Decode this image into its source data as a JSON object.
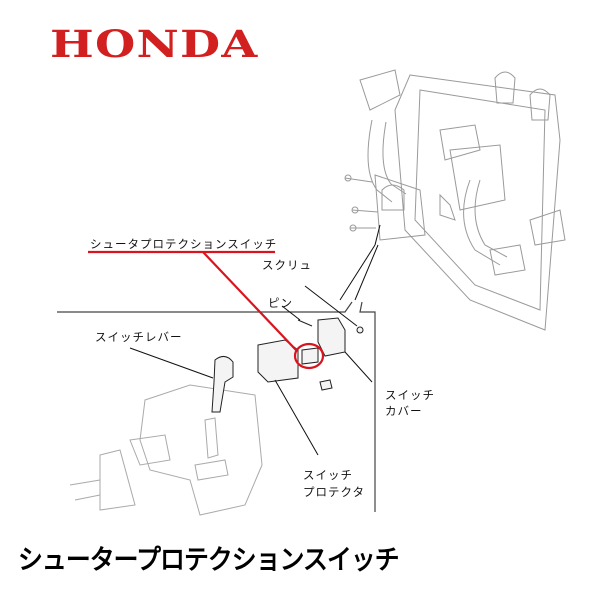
{
  "brand": {
    "logo_text": "HONDA",
    "color": "#d21f1f"
  },
  "diagram": {
    "callouts": [
      {
        "id": "chute-protection-switch",
        "label": "シュータプロテクションスイッチ",
        "highlight_color": "#d9141e"
      },
      {
        "id": "screw",
        "label": "スクリュ"
      },
      {
        "id": "pin",
        "label": "ピン"
      },
      {
        "id": "switch-lever",
        "label": "スイッチレバー"
      },
      {
        "id": "switch-cover",
        "label_line1": "スイッチ",
        "label_line2": "カバー"
      },
      {
        "id": "switch-protector",
        "label_line1": "スイッチ",
        "label_line2": "プロテクタ"
      }
    ]
  },
  "product_title": "シュータープロテクションスイッチ"
}
